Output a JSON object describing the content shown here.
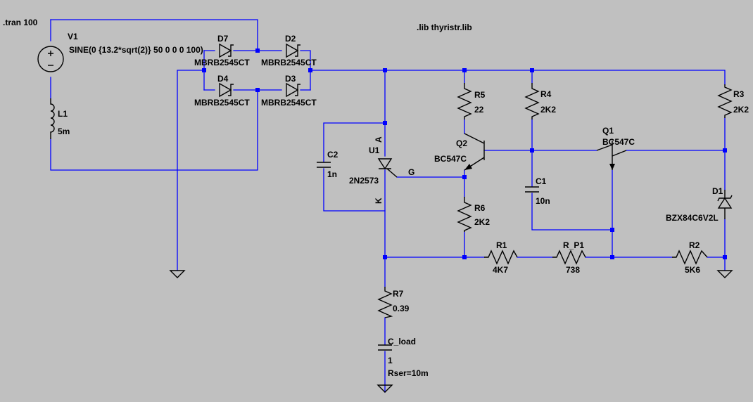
{
  "directives": {
    "tran": ".tran 100",
    "lib": ".lib thyristr.lib"
  },
  "components": {
    "V1": {
      "ref": "V1",
      "value": "SINE(0 {13.2*sqrt(2)} 50 0 0 0 100)"
    },
    "L1": {
      "ref": "L1",
      "value": "5m"
    },
    "D7": {
      "ref": "D7",
      "value": "MBRB2545CT"
    },
    "D2": {
      "ref": "D2",
      "value": "MBRB2545CT"
    },
    "D4": {
      "ref": "D4",
      "value": "MBRB2545CT"
    },
    "D3": {
      "ref": "D3",
      "value": "MBRB2545CT"
    },
    "C2": {
      "ref": "C2",
      "value": "1n"
    },
    "U1": {
      "ref": "U1",
      "value": "2N2573",
      "pin_a": "A",
      "pin_k": "K",
      "pin_g": "G"
    },
    "R5": {
      "ref": "R5",
      "value": "22"
    },
    "R4": {
      "ref": "R4",
      "value": "2K2"
    },
    "R3": {
      "ref": "R3",
      "value": "2K2"
    },
    "Q2": {
      "ref": "Q2",
      "value": "BC547C"
    },
    "Q1": {
      "ref": "Q1",
      "value": "BC547C"
    },
    "C1": {
      "ref": "C1",
      "value": "10n"
    },
    "R6": {
      "ref": "R6",
      "value": "2K2"
    },
    "D1": {
      "ref": "D1",
      "value": "BZX84C6V2L"
    },
    "R1": {
      "ref": "R1",
      "value": "4K7"
    },
    "R_P1": {
      "ref": "R_P1",
      "value": "738"
    },
    "R2": {
      "ref": "R2",
      "value": "5K6"
    },
    "R7": {
      "ref": "R7",
      "value": "0.39"
    },
    "C_load": {
      "ref": "C_load",
      "value": "1",
      "extra": "Rser=10m"
    }
  }
}
